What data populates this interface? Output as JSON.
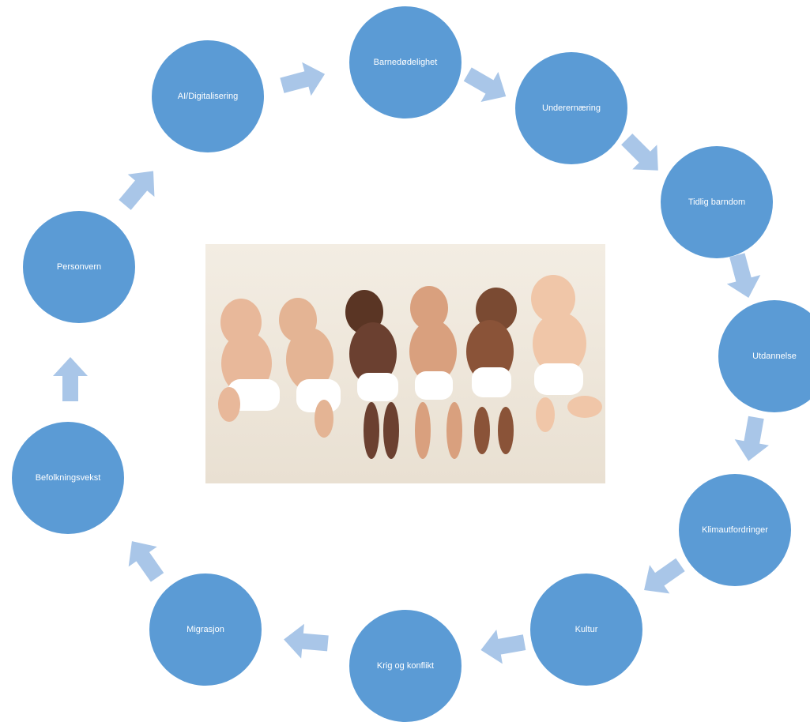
{
  "diagram": {
    "colors": {
      "node_fill": "#5b9bd5",
      "node_text": "#ffffff",
      "arrow_fill": "#a9c6e8"
    },
    "nodes": [
      {
        "id": "barnedodelighet",
        "label": "Barnedødelighet"
      },
      {
        "id": "underernaering",
        "label": "Underernæring"
      },
      {
        "id": "tidlig-barndom",
        "label": "Tidlig barndom"
      },
      {
        "id": "utdannelse",
        "label": "Utdannelse"
      },
      {
        "id": "klimautfordringer",
        "label": "Klimautfordringer"
      },
      {
        "id": "kultur",
        "label": "Kultur"
      },
      {
        "id": "krig-og-konflikt",
        "label": "Krig og konflikt"
      },
      {
        "id": "migrasjon",
        "label": "Migrasjon"
      },
      {
        "id": "befolkningsvekst",
        "label": "Befolkningsvekst"
      },
      {
        "id": "personvern",
        "label": "Personvern"
      },
      {
        "id": "ai-digitalisering",
        "label": "AI/Digitalisering"
      }
    ],
    "center_image": {
      "icon": "photo-of-six-babies-lying-in-diapers"
    }
  }
}
